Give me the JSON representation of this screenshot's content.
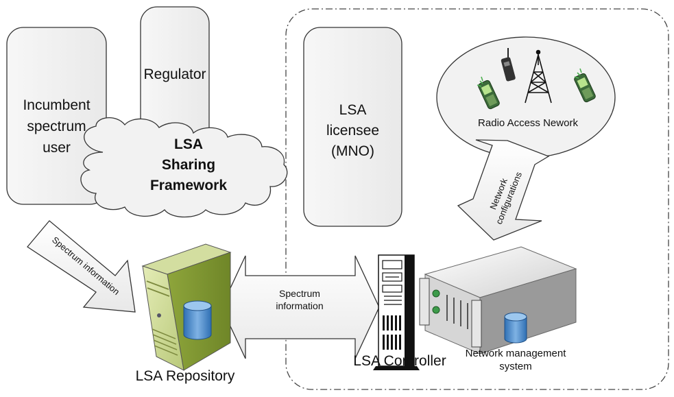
{
  "nodes": {
    "regulator": "Regulator",
    "incumbent": [
      "Incumbent",
      "spectrum",
      "user"
    ],
    "lsa_licensee": [
      "LSA",
      "licensee",
      "(MNO)"
    ],
    "sharing_framework": [
      "LSA",
      "Sharing",
      "Framework"
    ],
    "ran": "Radio Access Nework",
    "lsa_repository": "LSA Repository",
    "lsa_controller": "LSA Controller",
    "nms": [
      "Network management",
      "system"
    ]
  },
  "arrows": {
    "incumbent_to_repository": "Spectrum information",
    "repository_controller": [
      "Spectrum",
      "information"
    ],
    "ran_nms": [
      "Network",
      "configurations"
    ]
  }
}
